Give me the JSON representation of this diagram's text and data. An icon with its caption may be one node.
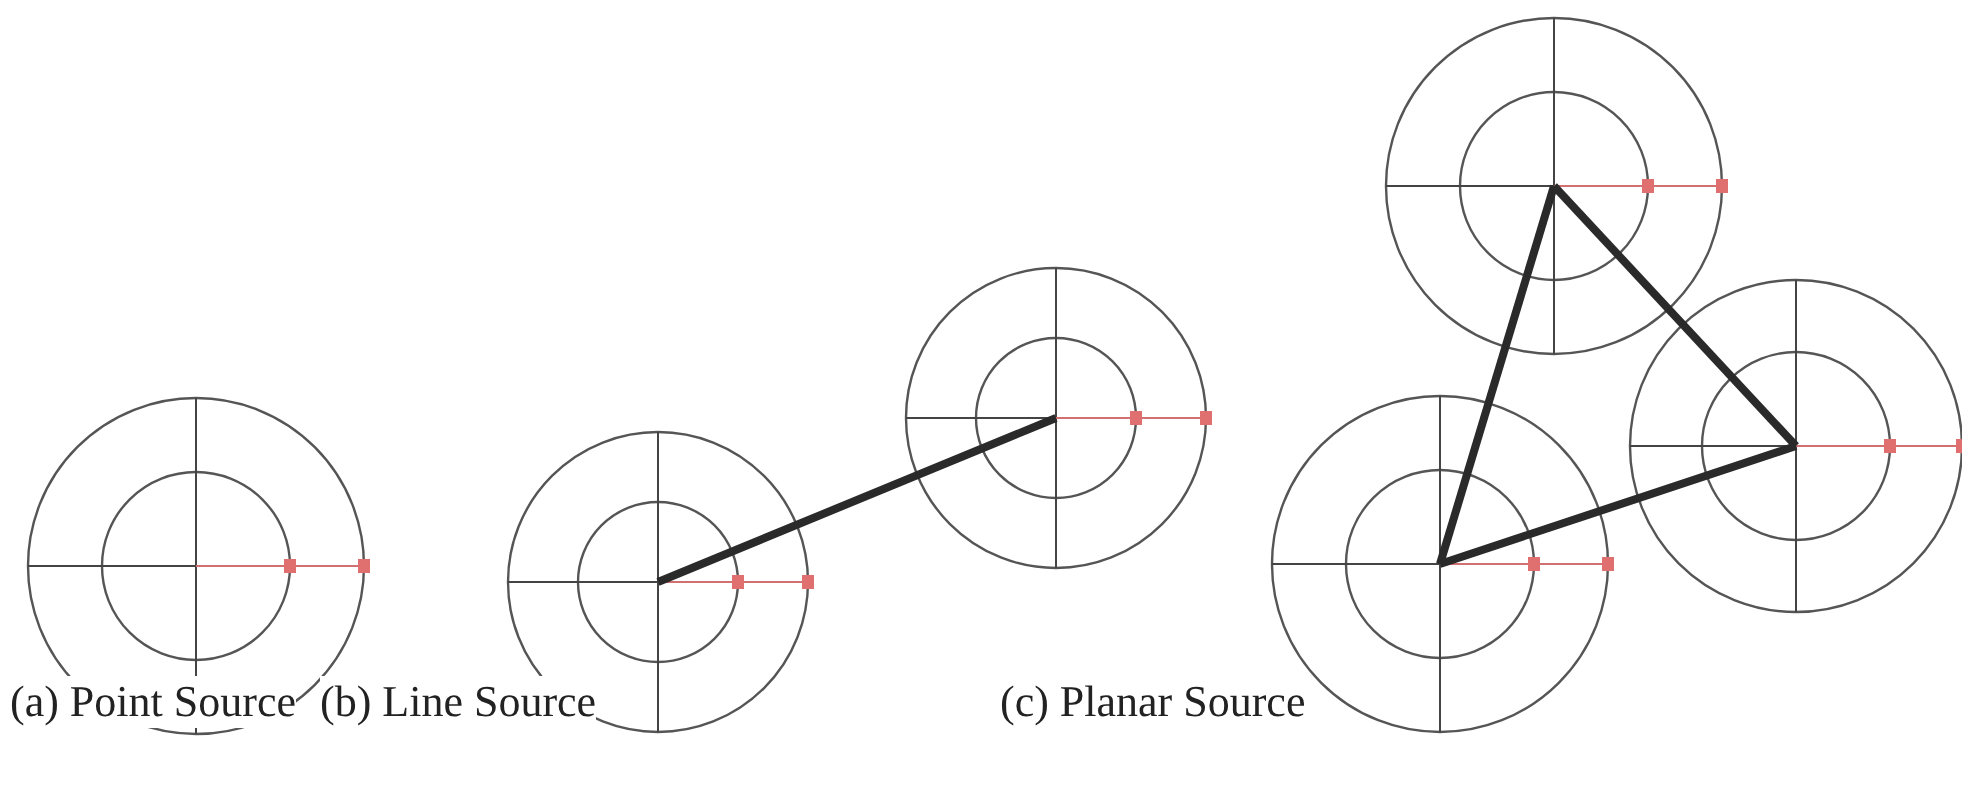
{
  "diagram": {
    "labels": [
      "(a) Point Source",
      "(b) Line Source",
      "(c) Planar Source"
    ]
  }
}
